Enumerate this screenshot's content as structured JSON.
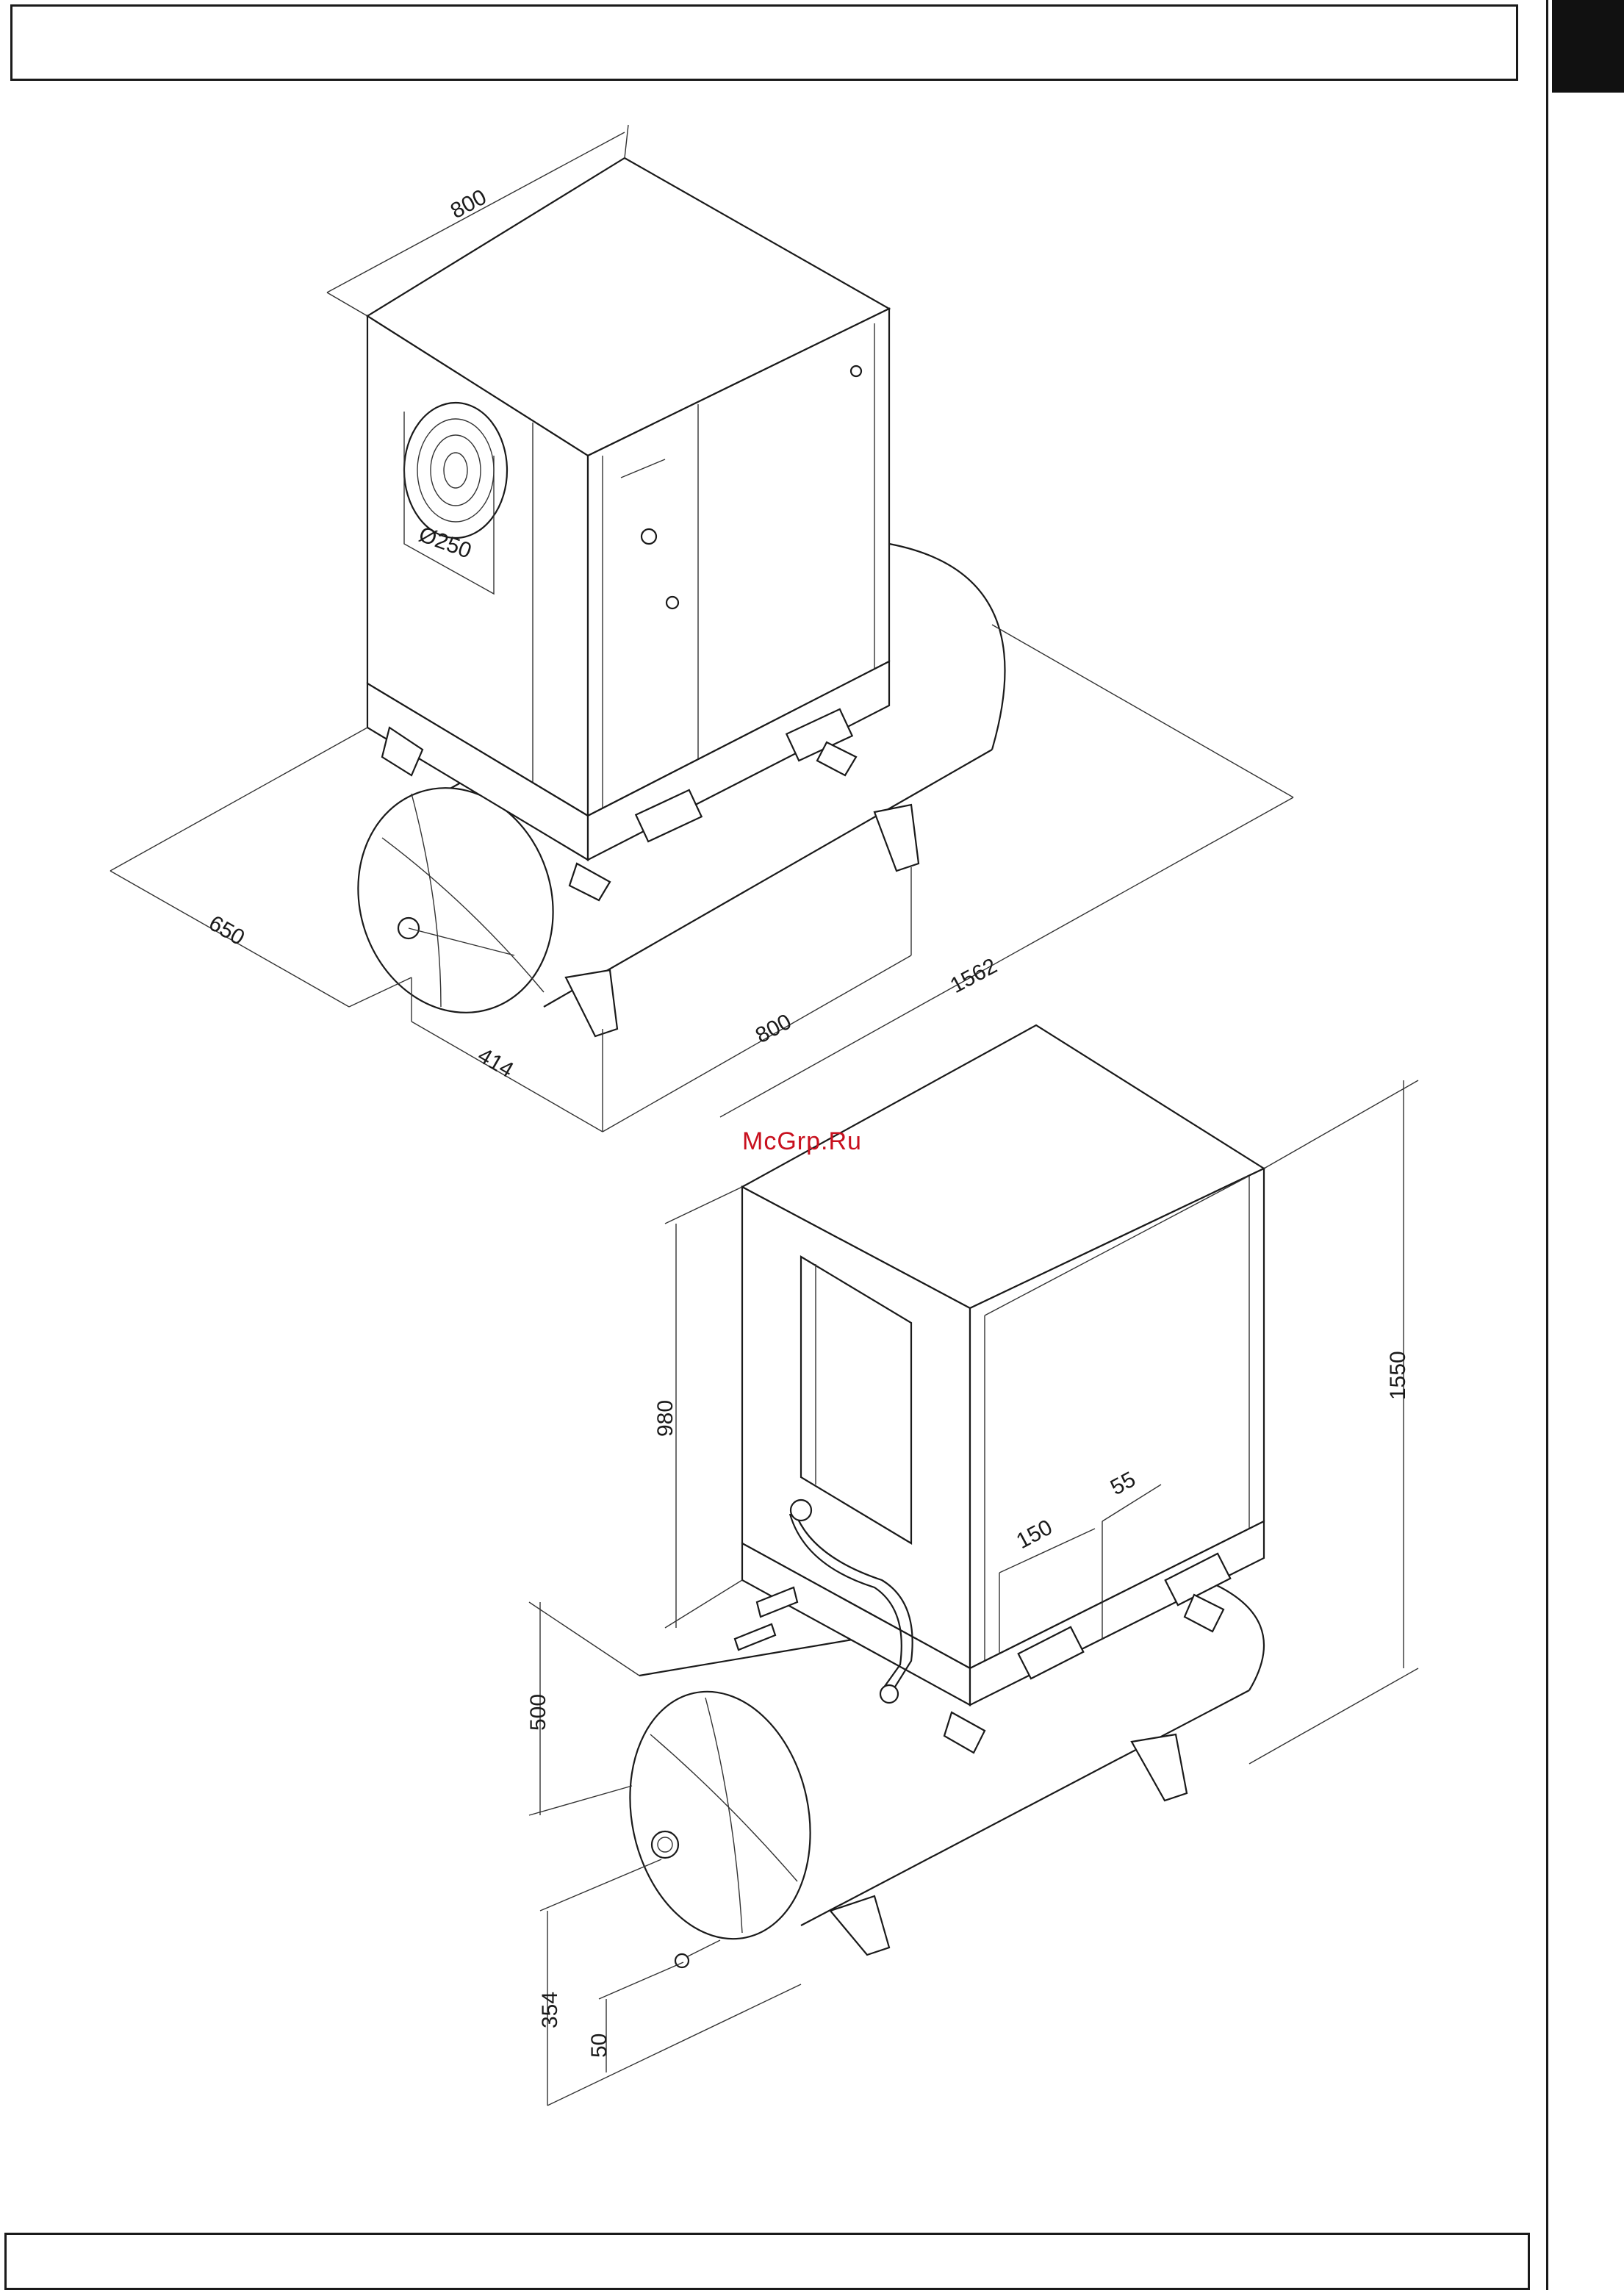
{
  "watermark": {
    "text": "McGrp.Ru",
    "color": "#c8101e"
  },
  "top_view": {
    "dim_width": "800",
    "dim_depth": "650",
    "dim_fan": "Ø250",
    "dim_foot_spacing": "800",
    "dim_foot_offset": "414",
    "dim_length": "1562"
  },
  "bottom_view": {
    "dim_cabinet_height": "980",
    "dim_total_height": "1550",
    "dim_tank_diameter": "500",
    "dim_outlet_height": "354",
    "dim_drain_height": "50",
    "dim_port_spacing": "150",
    "dim_port_offset": "55"
  },
  "colors": {
    "line": "#1a1a1a",
    "tab": "#111111"
  }
}
